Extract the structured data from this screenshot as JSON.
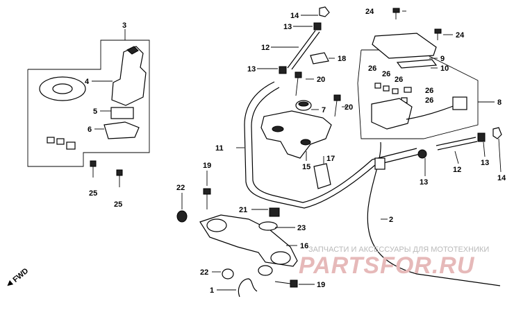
{
  "callouts": {
    "c1": "1",
    "c2": "2",
    "c3": "3",
    "c4": "4",
    "c5": "5",
    "c6": "6",
    "c7": "7",
    "c8": "8",
    "c9": "9",
    "c10": "10",
    "c11": "11",
    "c12a": "12",
    "c12b": "12",
    "c13a": "13",
    "c13b": "13",
    "c13c": "13",
    "c13d": "13",
    "c14a": "14",
    "c14b": "14",
    "c15": "15",
    "c16": "16",
    "c17": "17",
    "c18": "18",
    "c19a": "19",
    "c19b": "19",
    "c20a": "20",
    "c20b": "20",
    "c21": "21",
    "c22a": "22",
    "c22b": "22",
    "c23": "23",
    "c24a": "24",
    "c24b": "24",
    "c25a": "25",
    "c25b": "25",
    "c26a": "26",
    "c26b": "26",
    "c26c": "26",
    "c26d": "26",
    "c26e": "26"
  },
  "fwd_label": "FWD",
  "watermark": {
    "line1": "ЗАПЧАСТИ И АКСЕССУАРЫ ДЛЯ МОТОТЕХНИКИ",
    "line2": "PARTSFOR.RU"
  }
}
